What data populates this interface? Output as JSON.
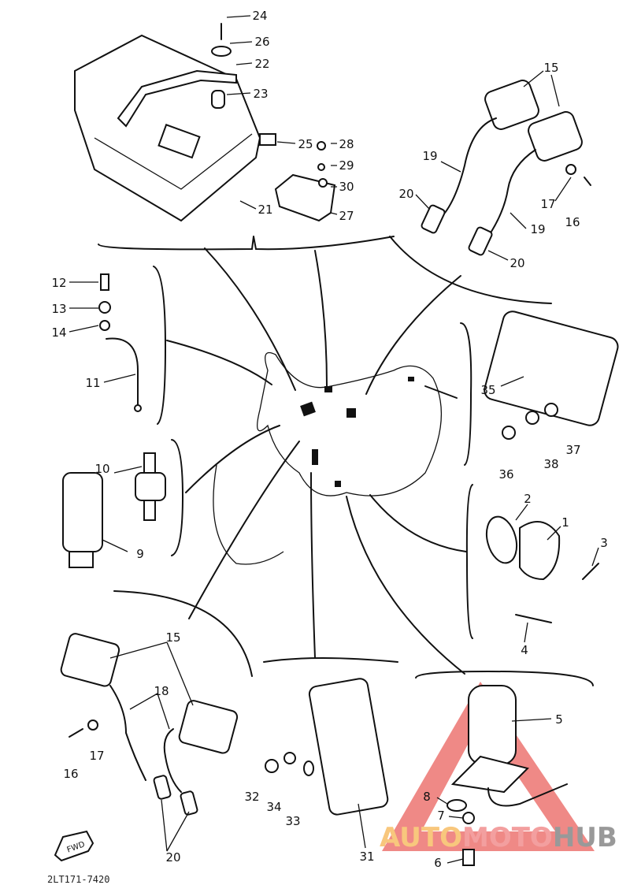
{
  "diagram": {
    "title": "Electrical parts exploded diagram",
    "callouts": [
      "24",
      "26",
      "22",
      "23",
      "25",
      "28",
      "29",
      "30",
      "21",
      "27",
      "15",
      "19",
      "17",
      "16",
      "19",
      "20",
      "20",
      "12",
      "13",
      "14",
      "11",
      "35",
      "36",
      "38",
      "37",
      "10",
      "9",
      "2",
      "1",
      "3",
      "4",
      "15",
      "18",
      "16",
      "17",
      "20",
      "32",
      "34",
      "33",
      "31",
      "5",
      "8",
      "7",
      "6"
    ],
    "fwd_label": "FWD",
    "footer_code": "2LT171-7420"
  },
  "watermark": {
    "part1": "AUTO",
    "part2": "MOTO",
    "part3": "HUB",
    "color1": "#f6b552",
    "color2": "#f08080",
    "color3": "#777777",
    "triangle_color": "#e53935"
  }
}
